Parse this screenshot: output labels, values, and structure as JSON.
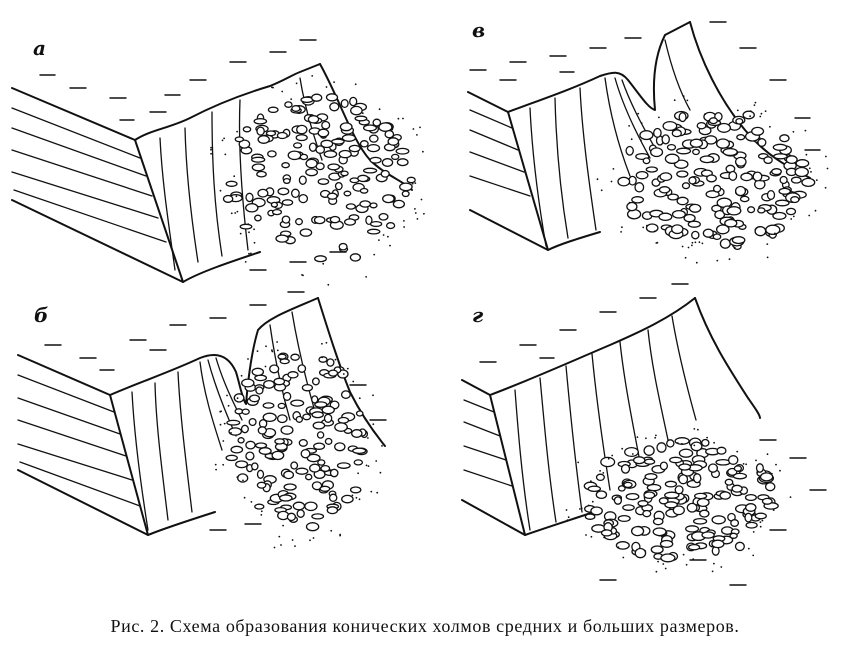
{
  "panels": [
    {
      "id": "a",
      "label": "а"
    },
    {
      "id": "v",
      "label": "в"
    },
    {
      "id": "b",
      "label": "б"
    },
    {
      "id": "g",
      "label": "г"
    }
  ],
  "caption": "Рис. 2. Схема образования конических холмов средних и больших размеров."
}
